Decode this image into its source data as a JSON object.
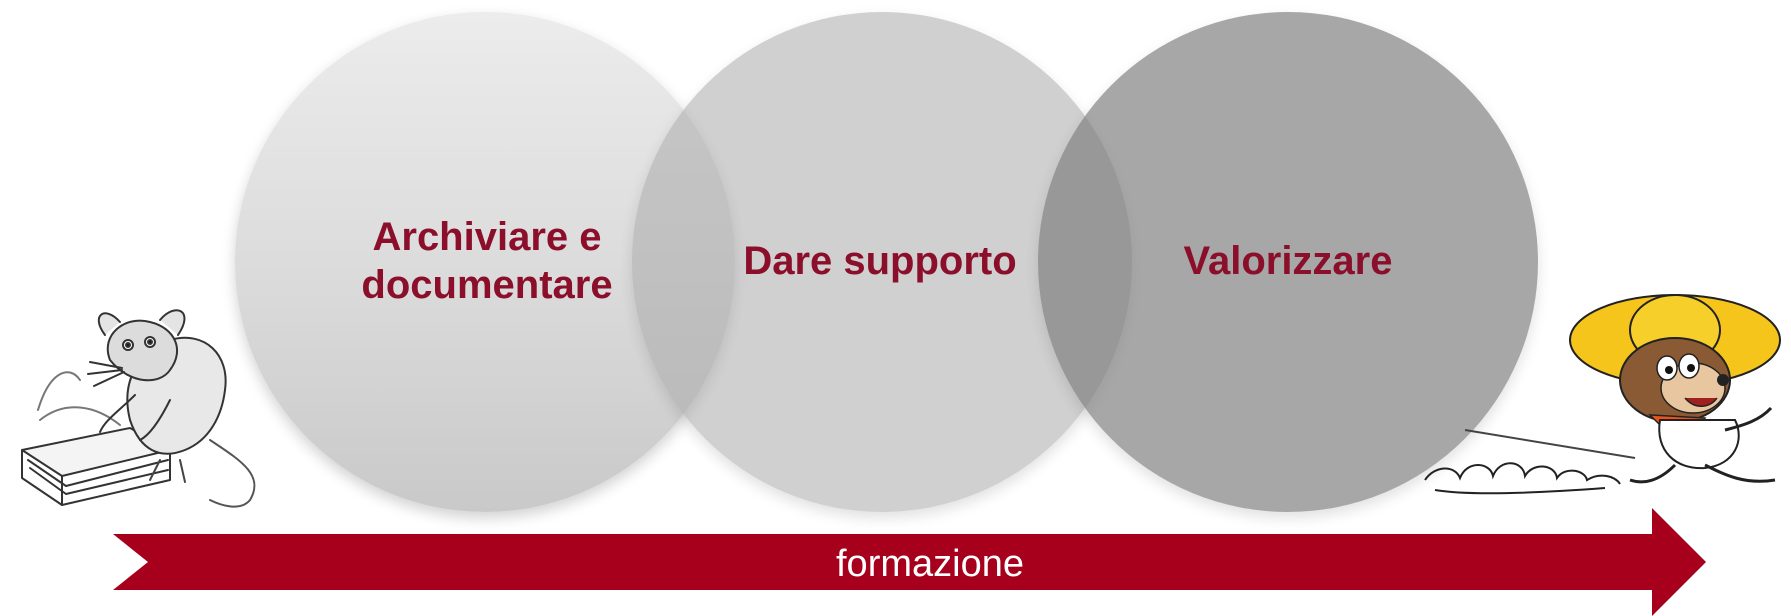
{
  "diagram": {
    "circles": [
      {
        "label": "Archiviare e\ndocumentare"
      },
      {
        "label": "Dare supporto"
      },
      {
        "label": "Valorizzare"
      }
    ],
    "arrow": {
      "label": "formazione",
      "color": "#a6001c"
    },
    "label_color": "#8b0f2a",
    "illustrations": {
      "left": "rat-reading-book-icon",
      "right": "running-mouse-icon"
    }
  }
}
